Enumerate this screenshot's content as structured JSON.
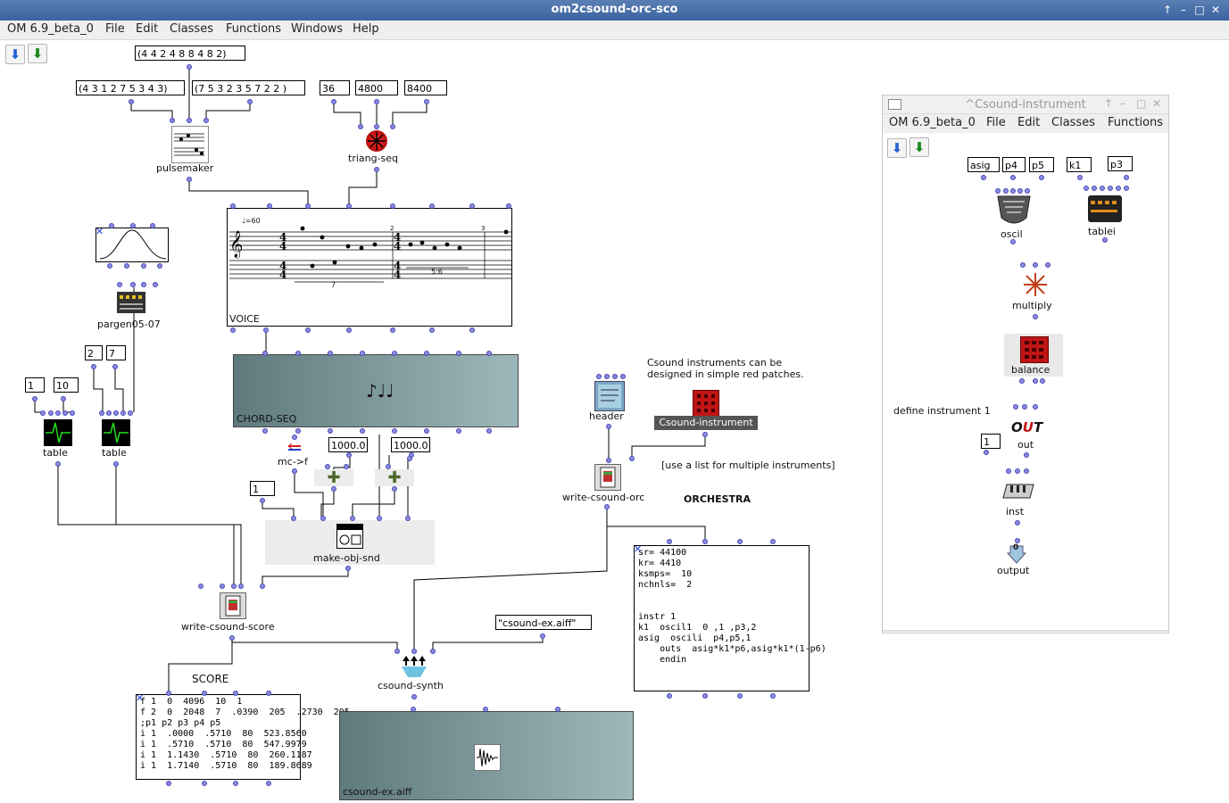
{
  "window": {
    "title": "om2csound-orc-sco",
    "controls": [
      "↑",
      "–",
      "□",
      "✕"
    ]
  },
  "menubar": [
    "OM 6.9_beta_0",
    "File",
    "Edit",
    "Classes",
    "Functions",
    "Windows",
    "Help"
  ],
  "inputs": {
    "rhythm_top": "(4 4 2 4 8 8 4 8 2)",
    "rhythm_left": "(4 3 1 2 7 5 3 4 3)",
    "rhythm_right": "(7 5 3 2 3 5 7 2 2 )",
    "n36": "36",
    "n4800": "4800",
    "n8400": "8400",
    "v1_left": "1",
    "v10": "10",
    "v2": "2",
    "v7": "7",
    "v1000a": "1000.0",
    "v1000b": "1000.0",
    "v1_snd": "1",
    "filename": "\"csound-ex.aiff\""
  },
  "boxes": {
    "pulsemaker": "pulsemaker",
    "triang_seq": "triang-seq",
    "pargen": "pargen05-07",
    "table1": "table",
    "table2": "table",
    "voice": "VOICE",
    "chord_seq": "CHORD-SEQ",
    "mc_f": "mc->f",
    "make_obj_snd": "make-obj-snd",
    "write_score": "write-csound-score",
    "header": "header",
    "csound_instrument": "Csound-instrument",
    "write_orc": "write-csound-orc",
    "csound_synth": "csound-synth",
    "sound": "csound-ex.aiff"
  },
  "comments": {
    "instruments_note": "Csound instruments can be\ndesigned in simple red patches.",
    "list_note": "[use a list for multiple instruments]",
    "orchestra": "ORCHESTRA",
    "score": "SCORE"
  },
  "score_text": "f 1  0  4096  10  1\nf 2  0  2048  7  .0390  205  .2730  205\n;p1 p2 p3 p4 p5\ni 1  .0000  .5710  80  523.8560\ni 1  .5710  .5710  80  547.9979\ni 1  1.1430  .5710  80  260.1187\ni 1  1.7140  .5710  80  189.8689",
  "orchestra_text": "sr= 44100\nkr= 4410\nksmps=  10\nnchnls=  2\n\n\ninstr 1\nk1  oscil1  0 ,1 ,p3,2\nasig  oscili  p4,p5,1\n    outs  asig*k1*p6,asig*k1*(1-p6)\n    endin",
  "voice_score": {
    "tempo": "♩=60",
    "tuplet1": "7",
    "tuplet2": "5:6",
    "measure2": "2",
    "measure3": "3"
  },
  "subwindow": {
    "title": "^Csound-instrument",
    "controls": [
      "↑",
      "–",
      "□",
      "✕"
    ],
    "menubar": [
      "OM 6.9_beta_0",
      "File",
      "Edit",
      "Classes",
      "Functions"
    ],
    "inputs": {
      "asig": "asig",
      "p4": "p4",
      "p5": "p5",
      "k1": "k1",
      "p3": "p3",
      "one": "1"
    },
    "boxes": {
      "oscil": "oscil",
      "tablei": "tablei",
      "multiply": "multiply",
      "balance": "balance",
      "out": "out",
      "inst": "inst",
      "output": "output"
    },
    "comment": "define instrument 1",
    "output_num": "0"
  },
  "colors": {
    "accent": "#3b63a0",
    "dot": "#8a8ae6",
    "patch_red": "#c01515"
  }
}
